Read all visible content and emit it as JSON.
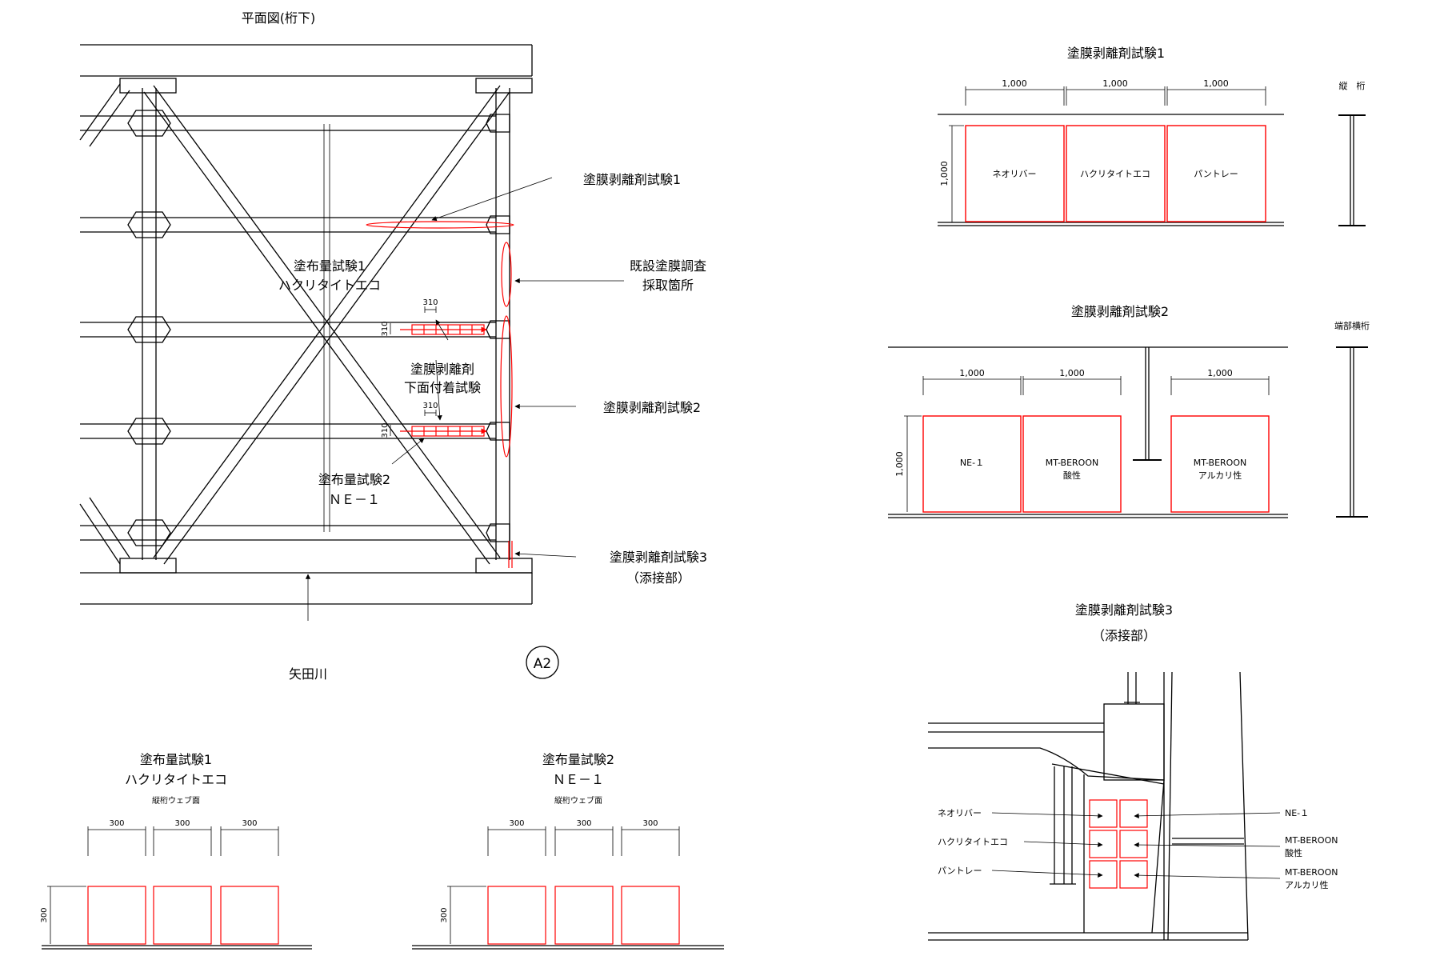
{
  "plan": {
    "title": "平面図(桁下)",
    "river_label": "矢田川",
    "marker": "A2",
    "callouts": {
      "peel_test1": "塗膜剥離剤試験1",
      "coverage_test1_l1": "塗布量試験1",
      "coverage_test1_l2": "ハクリタイトエコ",
      "existing_l1": "既設塗膜調査",
      "existing_l2": "採取箇所",
      "underside_l1": "塗膜剥離剤",
      "underside_l2": "下面付着試験",
      "peel_test2": "塗膜剥離剤試験2",
      "coverage_test2_l1": "塗布量試験2",
      "coverage_test2_l2": "ＮＥ－１",
      "peel_test3_l1": "塗膜剥離剤試験3",
      "peel_test3_l2": "（添接部）"
    },
    "dims": {
      "d310": "310"
    }
  },
  "detail1": {
    "title": "塗膜剥離剤試験1",
    "dim_w": "1,000",
    "dim_h": "1,000",
    "panels": [
      "ネオリバー",
      "ハクリタイトエコ",
      "パントレー"
    ],
    "section_label": "縦　桁"
  },
  "detail2": {
    "title": "塗膜剥離剤試験2",
    "dim_w": "1,000",
    "dim_h": "1,000",
    "panels": [
      {
        "l1": "NE-１",
        "l2": ""
      },
      {
        "l1": "MT-BEROON",
        "l2": "酸性"
      },
      {
        "l1": "MT-BEROON",
        "l2": "アルカリ性"
      }
    ],
    "section_label": "端部横桁"
  },
  "detail3": {
    "title_l1": "塗膜剥離剤試験3",
    "title_l2": "（添接部）",
    "left_labels": [
      "ネオリバー",
      "ハクリタイトエコ",
      "パントレー"
    ],
    "right_labels": [
      {
        "l1": "NE-１",
        "l2": ""
      },
      {
        "l1": "MT-BEROON",
        "l2": "酸性"
      },
      {
        "l1": "MT-BEROON",
        "l2": "アルカリ性"
      }
    ]
  },
  "coverage1": {
    "title_l1": "塗布量試験1",
    "title_l2": "ハクリタイトエコ",
    "subtitle": "縦桁ウェブ面",
    "dim_w": "300",
    "dim_h": "300"
  },
  "coverage2": {
    "title_l1": "塗布量試験2",
    "title_l2": "ＮＥ－１",
    "subtitle": "縦桁ウェブ面",
    "dim_w": "300",
    "dim_h": "300"
  },
  "colors": {
    "test_area": "#ff0000",
    "linework": "#000000"
  }
}
